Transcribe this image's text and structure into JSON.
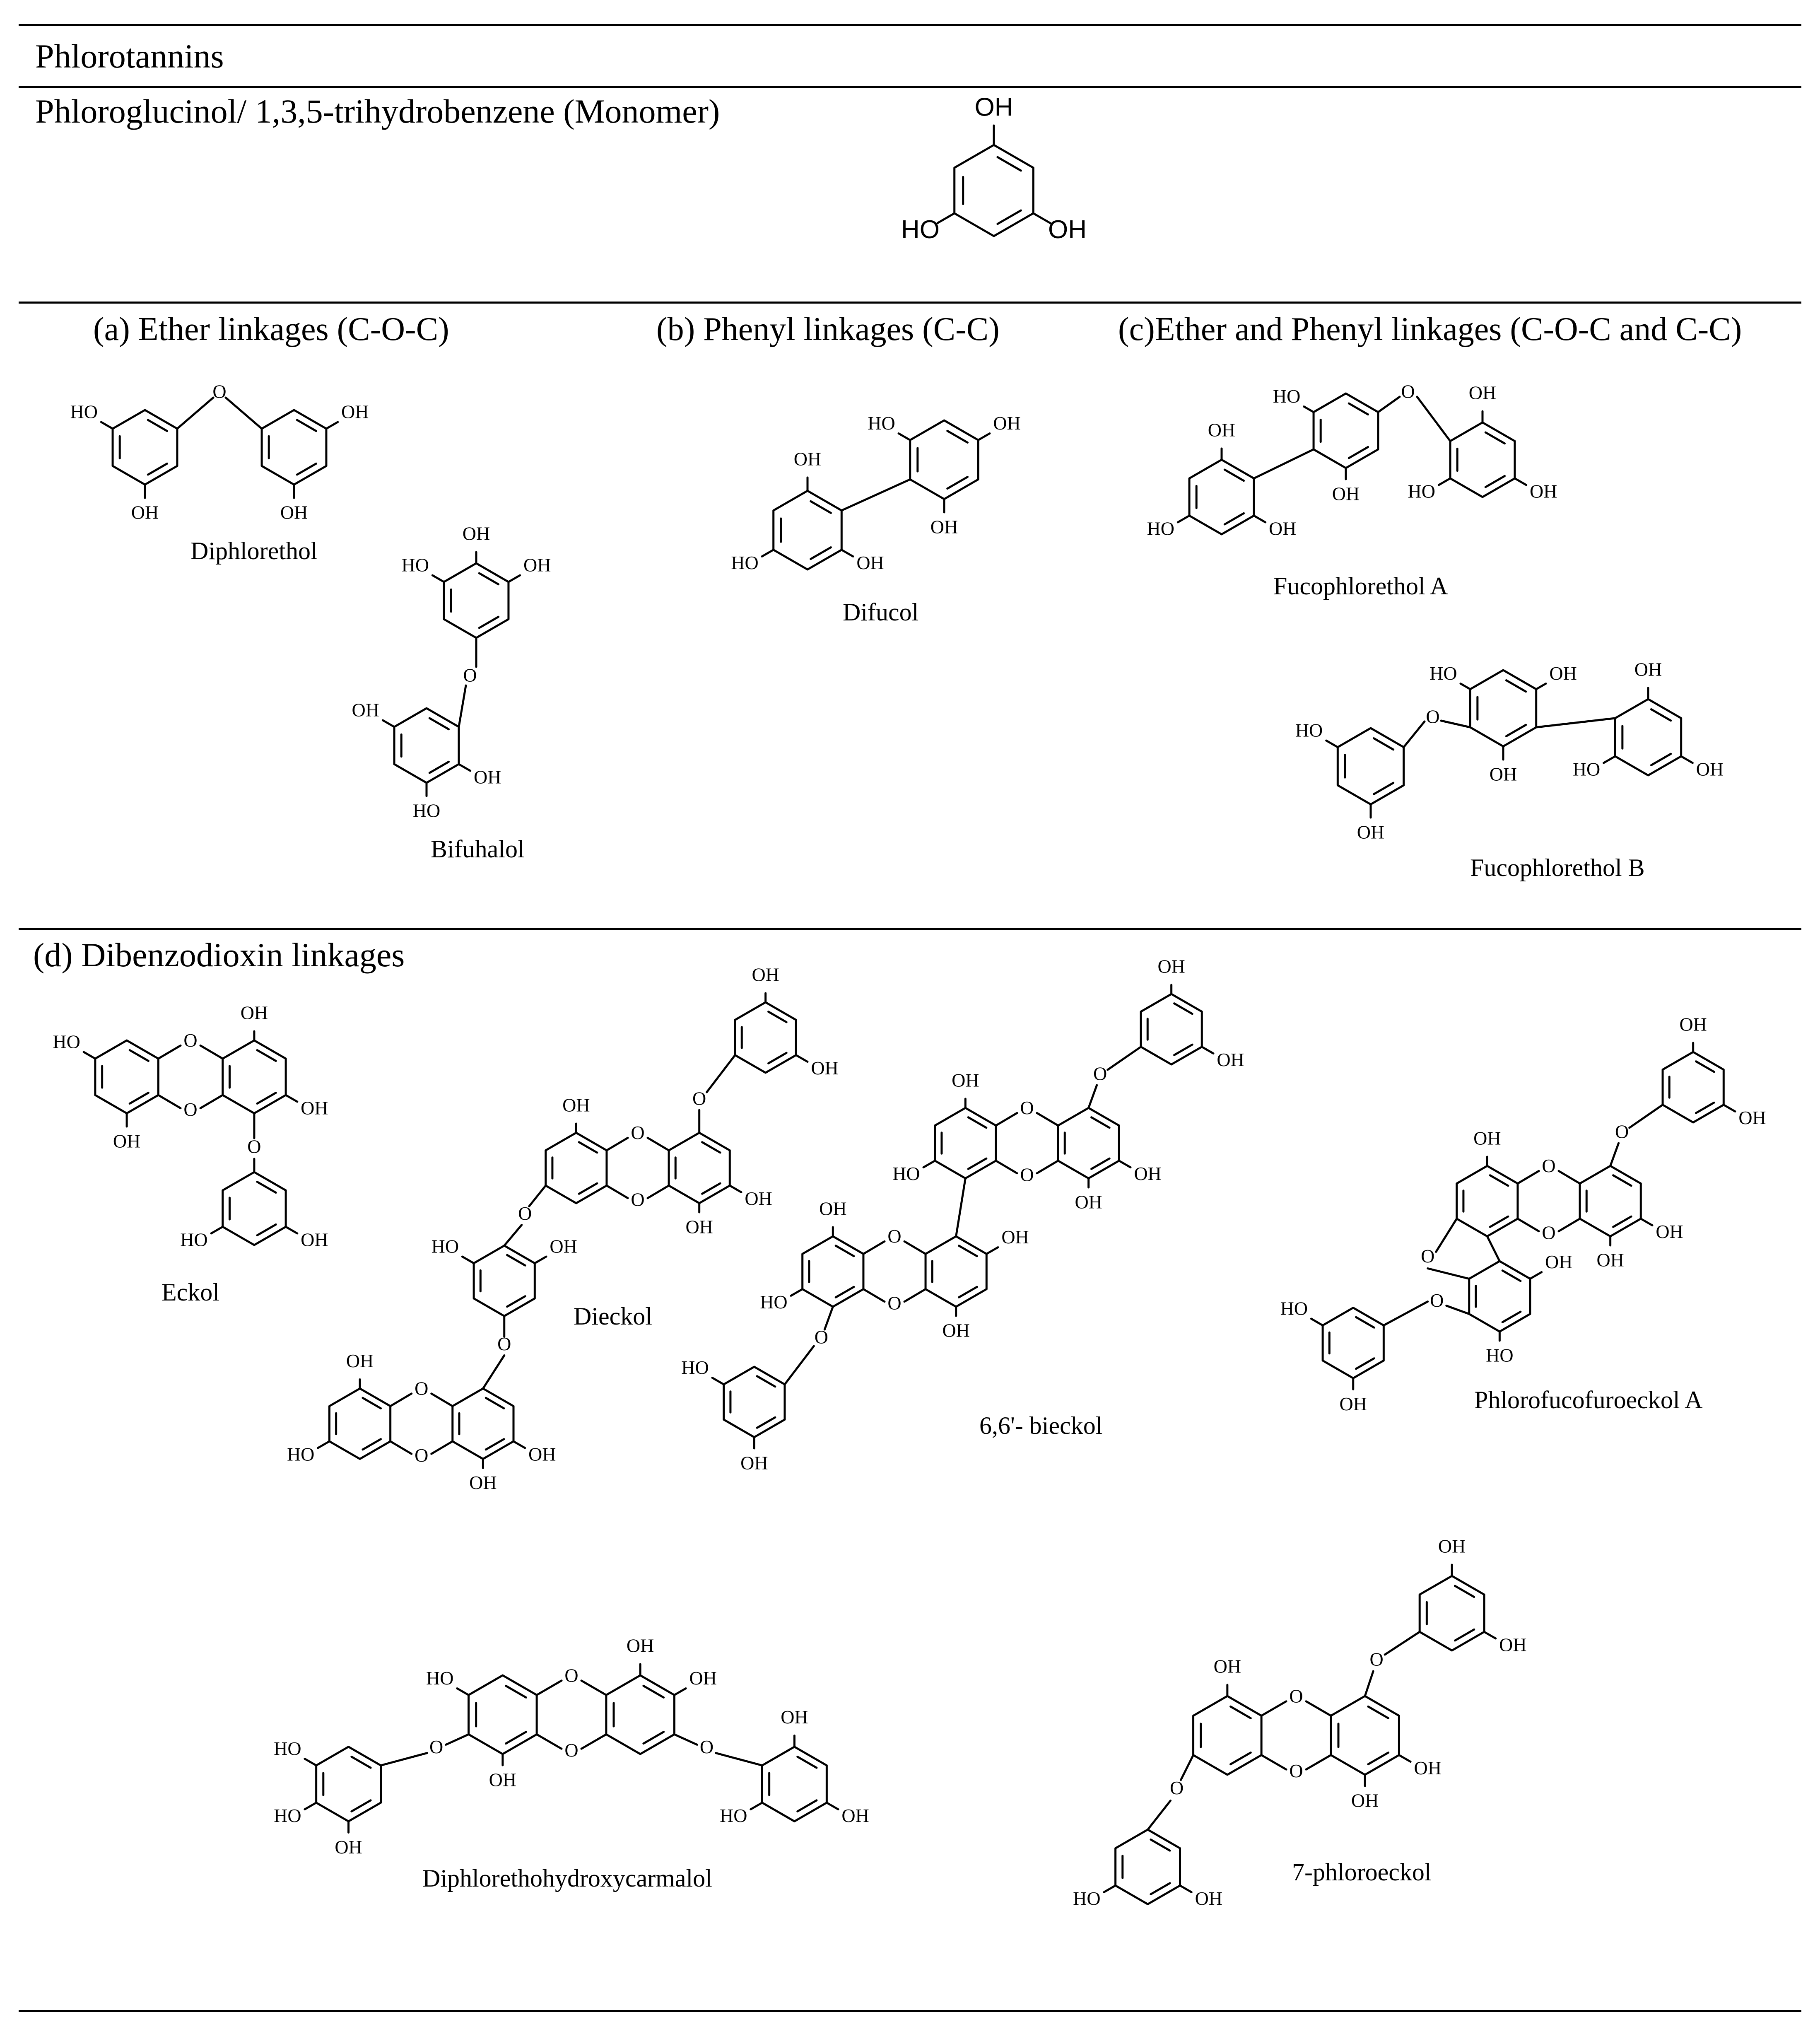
{
  "table": {
    "title": "Phlorotannins",
    "monomer_label": "Phloroglucinol/ 1,3,5-trihydrobenzene (Monomer)",
    "headers": {
      "ether": "(a)  Ether linkages (C-O-C)",
      "phenyl": "(b) Phenyl linkages (C-C)",
      "ether_phenyl": "(c)Ether and Phenyl linkages (C-O-C and C-C)",
      "dibenzodioxin": "(d) Dibenzodioxin linkages"
    }
  },
  "compounds": {
    "diphlorethol": "Diphlorethol",
    "bifuhalol": "Bifuhalol",
    "difucol": "Difucol",
    "fucophlorethol_a": "Fucophlorethol A",
    "fucophlorethol_b": "Fucophlorethol B",
    "eckol": "Eckol",
    "dieckol": "Dieckol",
    "bieckol": "6,6'- bieckol",
    "phlorofucofuroeckol_a": "Phlorofucofuroeckol A",
    "diphlorethohydroxycarmalol": "Diphlorethohydroxycarmalol",
    "phloroeckol": "7-phloroeckol"
  },
  "atom_labels": {
    "oh": "OH",
    "ho": "HO",
    "o": "O"
  }
}
